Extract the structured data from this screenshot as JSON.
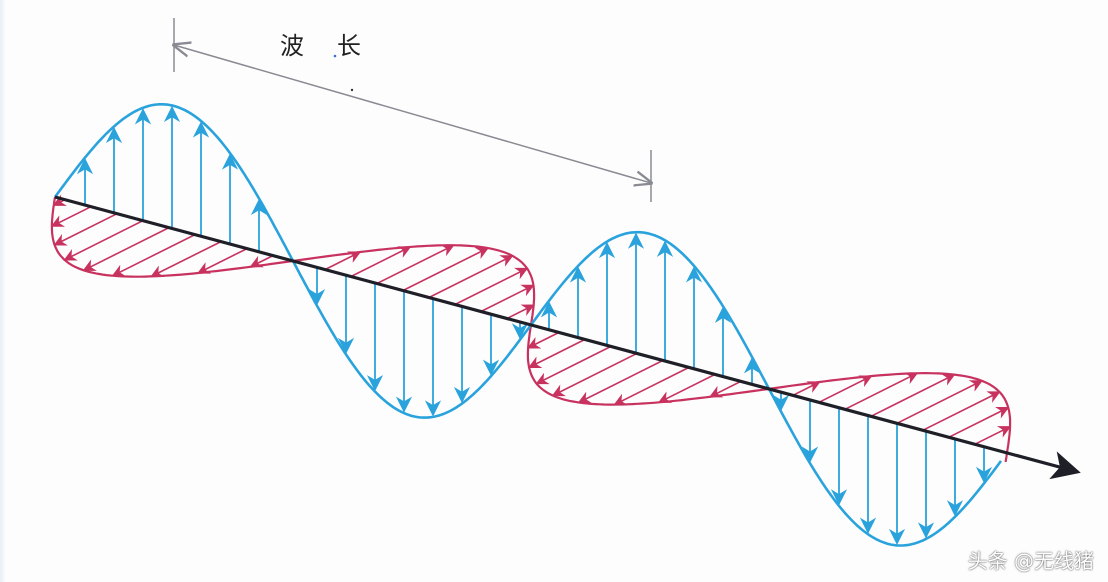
{
  "diagram": {
    "wavelength_label": "波 长",
    "wavelength_chars": [
      "波",
      "长"
    ],
    "watermark": "头条 @无线猪",
    "colors": {
      "electric_field": "#2aa3dc",
      "magnetic_field": "#c8325f",
      "axis": "#1f1f28",
      "dimension_line": "#8a8a92",
      "background": "#fdfdfe"
    }
  }
}
